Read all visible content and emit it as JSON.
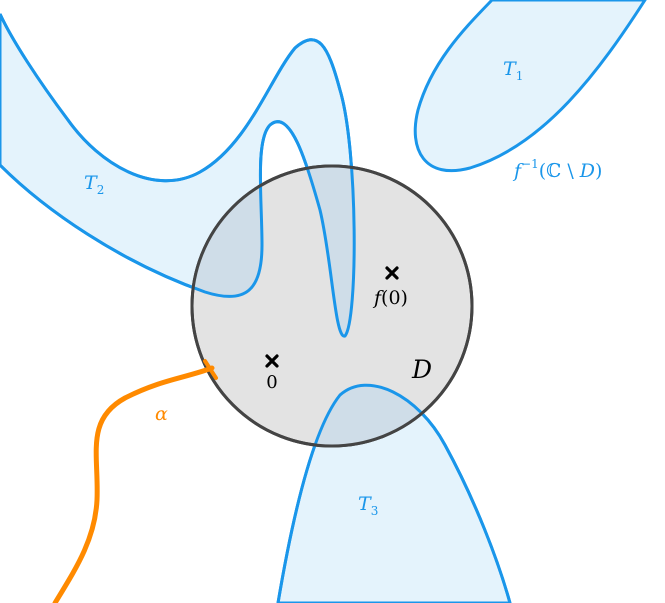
{
  "colors": {
    "tract_stroke": "#1a96ea",
    "tract_fill": "#e4f3fc",
    "disk_stroke": "#444444",
    "disk_fill": "#e3e3e3",
    "overlap_fill": "#cfdde8",
    "curve_alpha": "#ff8a00",
    "marker": "#000000"
  },
  "labels": {
    "t1": {
      "base": "T",
      "sub": "1"
    },
    "t2": {
      "base": "T",
      "sub": "2"
    },
    "t3": {
      "base": "T",
      "sub": "3"
    },
    "preimage": {
      "f": "f",
      "exp": "−1",
      "open": "(",
      "set": "ℂ",
      "minus": " \\ ",
      "d": "D",
      "close": ")"
    },
    "disk": "D",
    "origin": "0",
    "fzero": {
      "f": "f",
      "arg": "(0)"
    },
    "alpha": "α"
  },
  "icons": {
    "origin_marker": "cross-mark-icon",
    "fzero_marker": "cross-mark-icon"
  }
}
